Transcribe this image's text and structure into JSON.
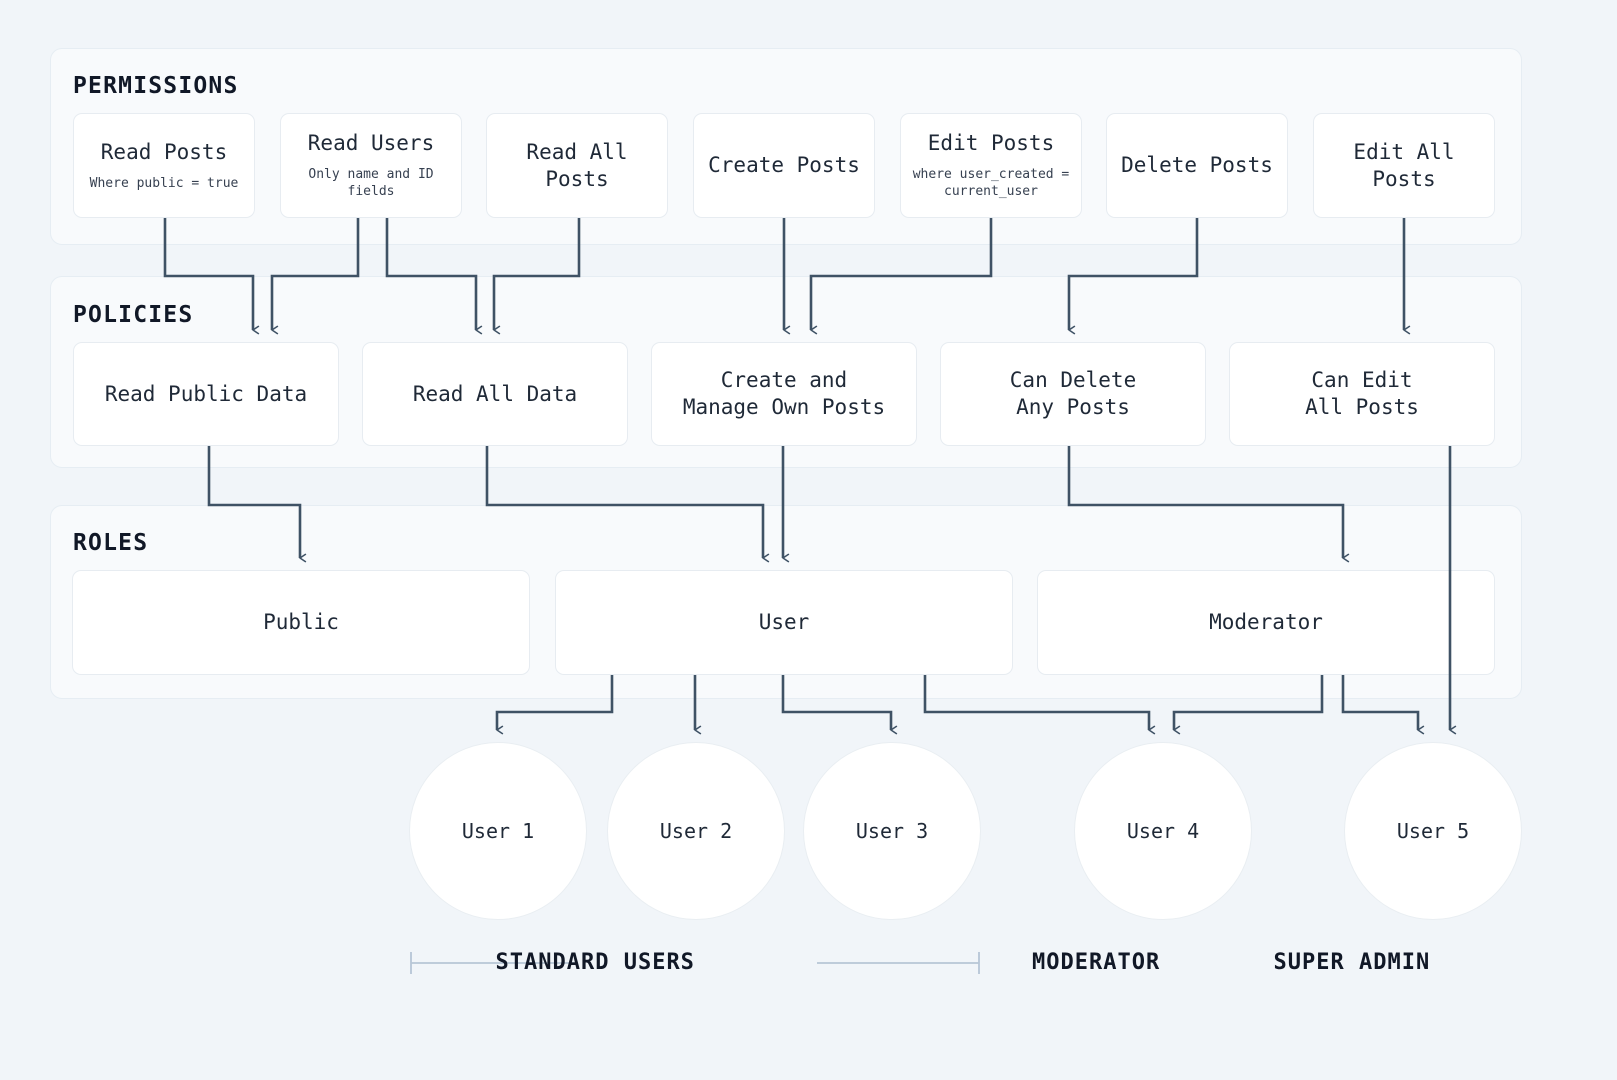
{
  "diagram": {
    "background": "#f1f5f9",
    "band_background": "#f8fafc",
    "node_background": "#ffffff",
    "line_color": "#3f5265",
    "text_color": "#1f2937"
  },
  "sections": {
    "permissions": {
      "title": "PERMISSIONS"
    },
    "policies": {
      "title": "POLICIES"
    },
    "roles": {
      "title": "ROLES"
    }
  },
  "permissions": [
    {
      "title": "Read Posts",
      "subtitle": "Where public = true"
    },
    {
      "title": "Read Users",
      "subtitle": "Only name and ID fields"
    },
    {
      "title": "Read All Posts",
      "subtitle": ""
    },
    {
      "title": "Create Posts",
      "subtitle": ""
    },
    {
      "title": "Edit Posts",
      "subtitle": "where user_created =\ncurrent_user"
    },
    {
      "title": "Delete Posts",
      "subtitle": ""
    },
    {
      "title": "Edit All Posts",
      "subtitle": ""
    }
  ],
  "policies": [
    {
      "title": "Read Public Data"
    },
    {
      "title": "Read All Data"
    },
    {
      "title": "Create and\nManage Own Posts"
    },
    {
      "title": "Can Delete\nAny Posts"
    },
    {
      "title": "Can Edit\nAll Posts"
    }
  ],
  "roles": [
    {
      "title": "Public"
    },
    {
      "title": "User"
    },
    {
      "title": "Moderator"
    }
  ],
  "users": [
    {
      "label": "User 1"
    },
    {
      "label": "User 2"
    },
    {
      "label": "User 3"
    },
    {
      "label": "User 4"
    },
    {
      "label": "User 5"
    }
  ],
  "group_captions": [
    {
      "label": "STANDARD USERS"
    },
    {
      "label": "MODERATOR"
    },
    {
      "label": "SUPER ADMIN"
    }
  ]
}
